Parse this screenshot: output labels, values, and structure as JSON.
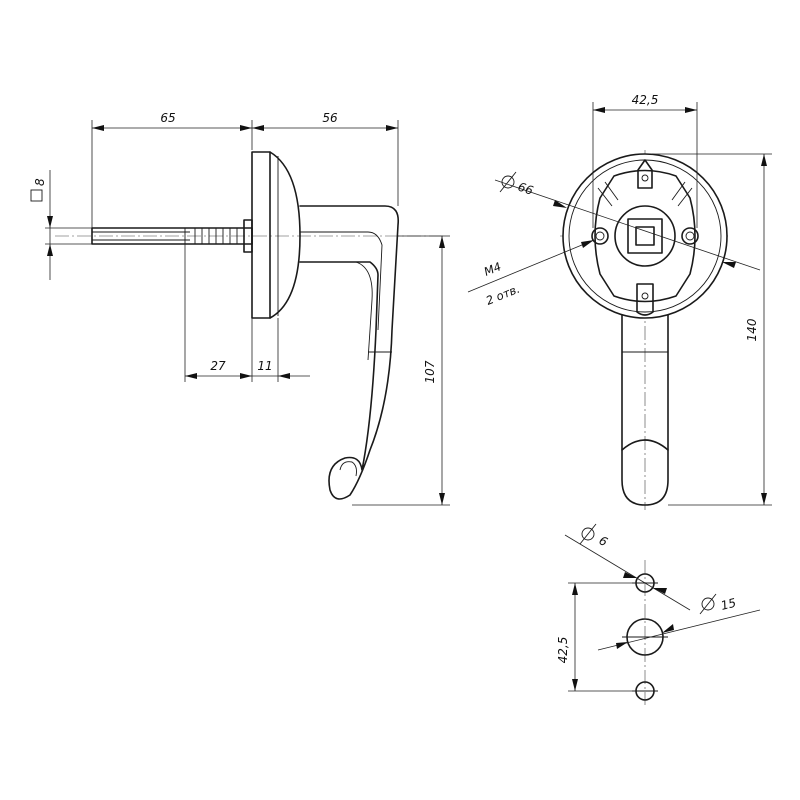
{
  "side_view": {
    "dim_shaft": "65",
    "dim_head": "56",
    "dim_square": "8",
    "dim_27": "27",
    "dim_11": "11",
    "dim_height": "107"
  },
  "front_view": {
    "dim_hole_spacing": "42,5",
    "dim_rosette": "66",
    "dim_total": "140",
    "thread_label": "M4",
    "holes_note": "2 отв."
  },
  "mounting_pattern": {
    "dim_small_hole": "6",
    "dim_large_hole": "15",
    "dim_spacing": "42,5"
  }
}
